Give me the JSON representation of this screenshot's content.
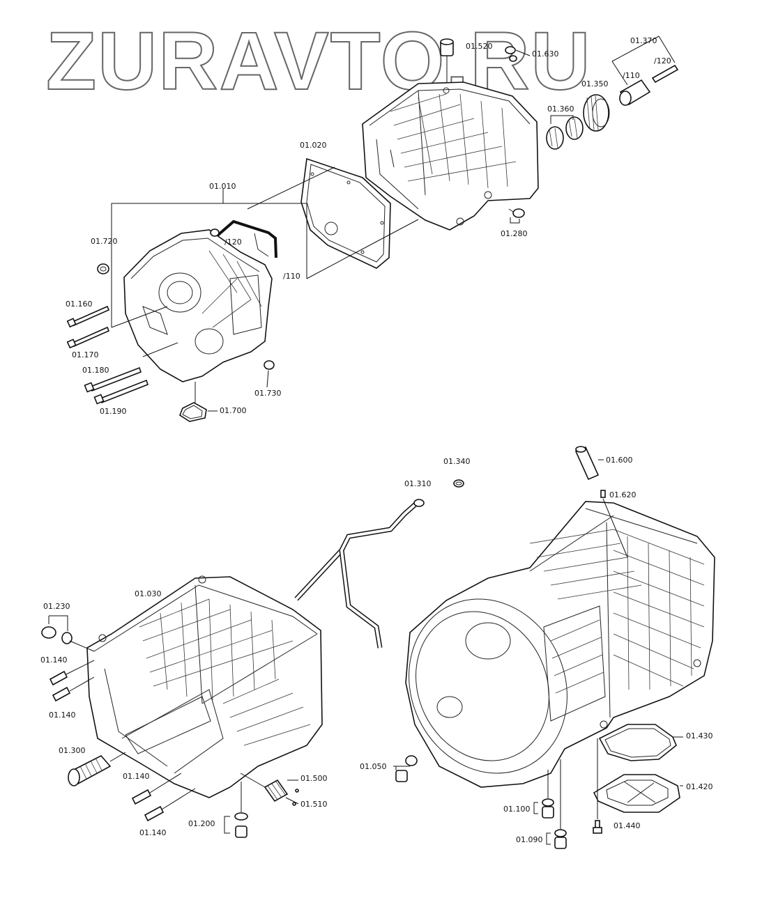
{
  "watermark": "ZURAVTO.RU",
  "labels": {
    "p01010": "01.010",
    "p01020": "01.020",
    "p01030": "01.030",
    "p01050": "01.050",
    "p01090": "01.090",
    "p01100": "01.100",
    "p01140a": "01.140",
    "p01140b": "01.140",
    "p01140c": "01.140",
    "p01140d": "01.140",
    "p01160": "01.160",
    "p01170": "01.170",
    "p01180": "01.180",
    "p01190": "01.190",
    "p01200": "01.200",
    "p01230": "01.230",
    "p01280": "01.280",
    "p01300": "01.300",
    "p01310": "01.310",
    "p01340": "01.340",
    "p01350": "01.350",
    "p01360": "01.360",
    "p01370": "01.370",
    "p01420": "01.420",
    "p01430": "01.430",
    "p01440": "01.440",
    "p01500": "01.500",
    "p01510": "01.510",
    "p01520": "01.520",
    "p01600": "01.600",
    "p01620": "01.620",
    "p01630": "01.630",
    "p01700": "01.700",
    "p01720": "01.720",
    "p01730": "01.730",
    "sub110a": "/110",
    "sub120a": "/120",
    "sub110b": "/110",
    "sub120b": "/120"
  },
  "colors": {
    "line": "#111111",
    "watermark": "#666666",
    "background": "#ffffff"
  }
}
